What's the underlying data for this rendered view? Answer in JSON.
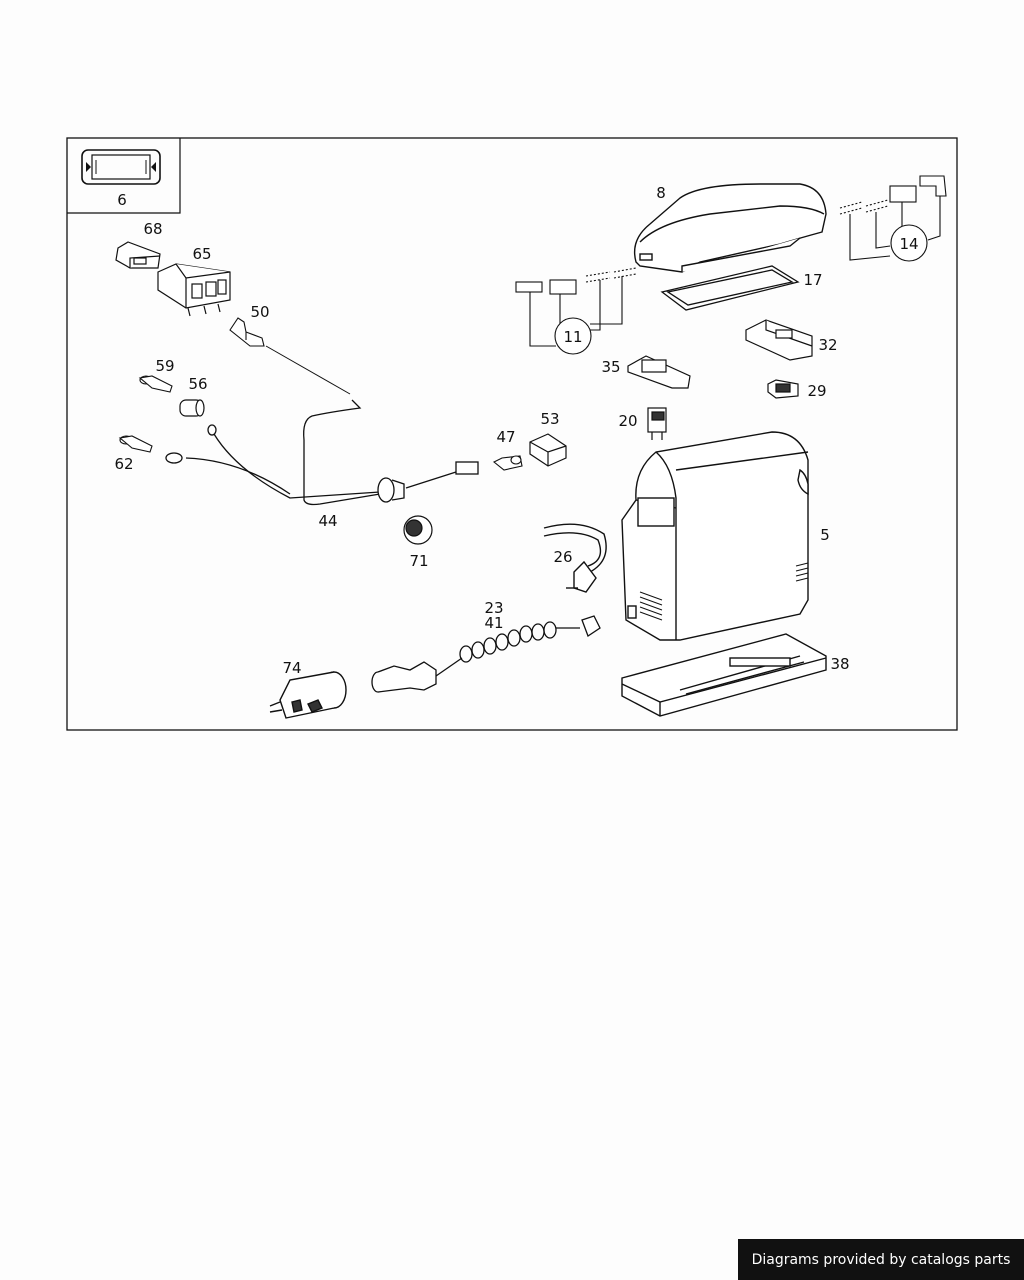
{
  "diagram": {
    "labels": {
      "l6": "6",
      "l8": "8",
      "l68": "68",
      "l65": "65",
      "l50": "50",
      "l59": "59",
      "l56": "56",
      "l62": "62",
      "l44": "44",
      "l71": "71",
      "l47": "47",
      "l53": "53",
      "l17": "17",
      "l32": "32",
      "l35": "35",
      "l29": "29",
      "l20": "20",
      "l5": "5",
      "l26": "26",
      "l23": "23",
      "l41": "41",
      "l38": "38",
      "l74": "74",
      "l11": "11",
      "l14": "14"
    }
  },
  "footer": {
    "credit": "Diagrams provided by catalogs parts"
  }
}
